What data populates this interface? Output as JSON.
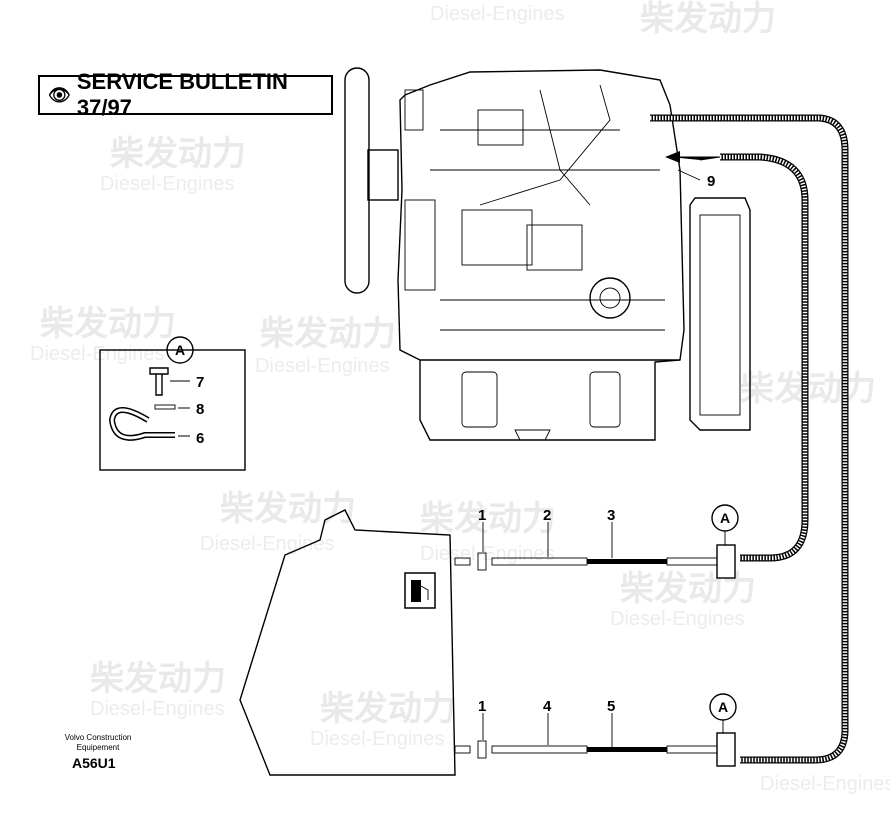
{
  "bulletin": {
    "icon": "eye-icon",
    "text": "SERVICE BULLETIN 37/97"
  },
  "watermark": {
    "cn": "柴发动力",
    "en": "Diesel-Engines"
  },
  "detail": {
    "label": "A",
    "callouts": [
      "7",
      "8",
      "6"
    ]
  },
  "callouts": {
    "engine_fitting": "9",
    "upper": {
      "clamp": "1",
      "hose": "2",
      "pipe": "3",
      "detail": "A"
    },
    "lower": {
      "clamp": "1",
      "hose": "4",
      "pipe": "5",
      "detail": "A"
    }
  },
  "footer": {
    "company_line1": "Volvo Construction",
    "company_line2": "Equipement",
    "code": "A56U1"
  }
}
